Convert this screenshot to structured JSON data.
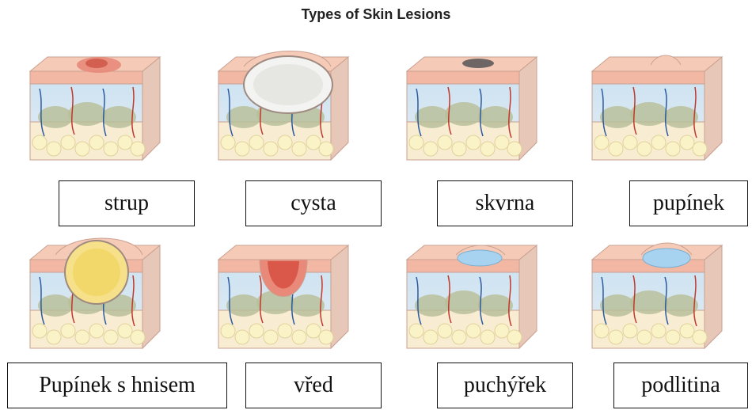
{
  "title": "Types of Skin Lesions",
  "colors": {
    "epidermis": "#f2b8a3",
    "dermis": "#f6d2c2",
    "hypodermis": "#f8ecd2",
    "fat_cells": "#fbf3c8",
    "tissue_blue": "#cfe3f2",
    "vessel_red": "#c0392b",
    "vessel_blue": "#2c5aa0",
    "gland_green": "#b9bf9a"
  },
  "panels": [
    {
      "label": "strup",
      "lesion": "raised-red-patch"
    },
    {
      "label": "cysta",
      "lesion": "large-white-cyst"
    },
    {
      "label": "skvrna",
      "lesion": "flat-dark-spot"
    },
    {
      "label": "pupínek",
      "lesion": "small-raised-bump"
    },
    {
      "label": "Pupínek s hnisem",
      "lesion": "large-yellow-pus-sac"
    },
    {
      "label": "vřed",
      "lesion": "deep-red-crater"
    },
    {
      "label": "puchýřek",
      "lesion": "small-fluid-blister"
    },
    {
      "label": "podlitina",
      "lesion": "fluid-blister"
    }
  ]
}
